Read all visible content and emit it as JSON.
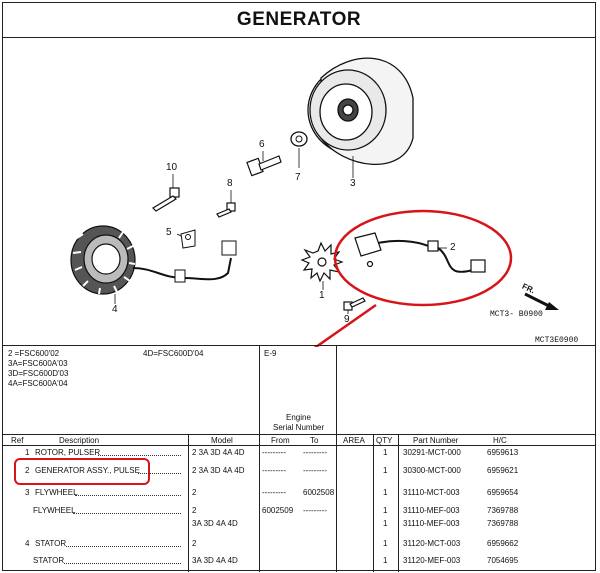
{
  "title": "GENERATOR",
  "diagram": {
    "callouts": [
      "1",
      "2",
      "3",
      "4",
      "5",
      "6",
      "7",
      "8",
      "9",
      "10"
    ],
    "fr_label": "FR.",
    "fig_code": "MCT3- B0900",
    "ref_code": "MCT3E0900"
  },
  "model_codes": [
    "2 =FSC600'02",
    "3A=FSC600A'03",
    "3D=FSC600D'03",
    "4A=FSC600A'04"
  ],
  "model_code_4d": "4D=FSC600D'04",
  "section_code": "E-9",
  "engine_serial_header": [
    "Engine",
    "Serial Number"
  ],
  "columns": [
    "Ref",
    "Description",
    "Model",
    "From",
    "To",
    "AREA",
    "QTY",
    "Part Number",
    "H/C"
  ],
  "rows": [
    {
      "ref": "1",
      "desc": "ROTOR, PULSER",
      "model": "2  3A  3D  4A  4D",
      "from": "---------",
      "to": "---------",
      "qty": "1",
      "part": "30291-MCT-000",
      "hc": "6959613"
    },
    {
      "ref": "2",
      "desc": "GENERATOR ASSY., PULSE",
      "model": "2  3A  3D  4A  4D",
      "from": "---------",
      "to": "---------",
      "qty": "1",
      "part": "30300-MCT-000",
      "hc": "6959621"
    },
    {
      "ref": "3",
      "desc": "FLYWHEEL",
      "model": "2",
      "from": "---------",
      "to": "6002508",
      "qty": "1",
      "part": "31110-MCT-003",
      "hc": "6959654"
    },
    {
      "ref": "",
      "desc": "FLYWHEEL",
      "model": "2",
      "from": "6002509",
      "to": "---------",
      "qty": "1",
      "part": "31110-MEF-003",
      "hc": "7369788"
    },
    {
      "ref": "",
      "desc": "",
      "model": "3A  3D  4A  4D",
      "from": "",
      "to": "",
      "qty": "1",
      "part": "31110-MEF-003",
      "hc": "7369788"
    },
    {
      "ref": "4",
      "desc": "STATOR",
      "model": "2",
      "from": "",
      "to": "",
      "qty": "1",
      "part": "31120-MCT-003",
      "hc": "6959662"
    },
    {
      "ref": "",
      "desc": "STATOR",
      "model": "3A  3D  4A  4D",
      "from": "",
      "to": "",
      "qty": "1",
      "part": "31120-MEF-003",
      "hc": "7054695"
    }
  ],
  "colors": {
    "highlight": "#d8141b",
    "line": "#222222"
  }
}
